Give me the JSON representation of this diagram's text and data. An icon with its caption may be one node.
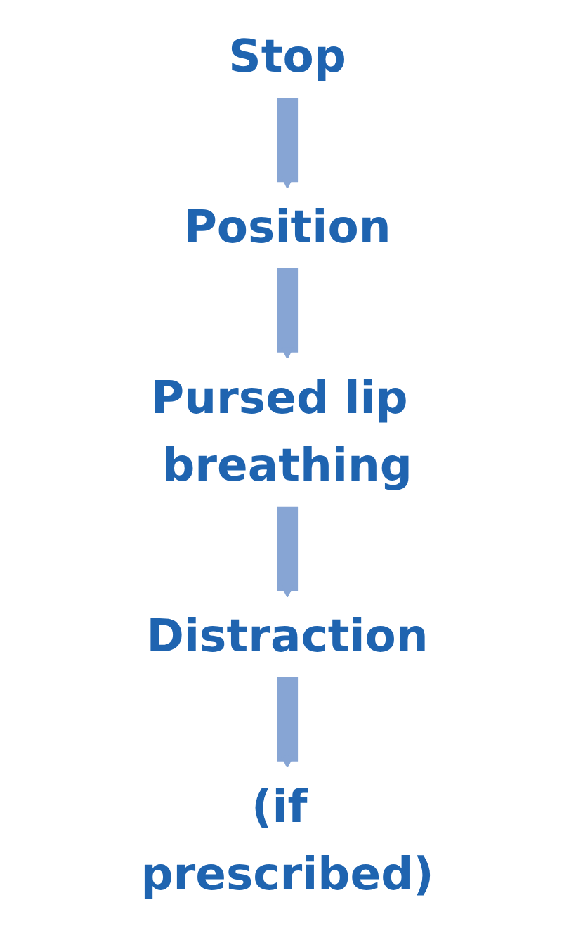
{
  "diagram": {
    "nodes": [
      {
        "text": [
          "Stop"
        ]
      },
      {
        "text": [
          "Position"
        ]
      },
      {
        "text": [
          "Pursed lip breathing"
        ]
      },
      {
        "text": [
          "Distraction"
        ]
      },
      {
        "text": [
          "(if prescribed)"
        ]
      }
    ],
    "edges": [
      {
        "from": 0,
        "to": 1,
        "arrow": "to"
      },
      {
        "from": 1,
        "to": 2,
        "arrow": "to"
      },
      {
        "from": 2,
        "to": 3,
        "arrow": "to"
      },
      {
        "from": 3,
        "to": 4,
        "arrow": "to"
      }
    ]
  }
}
